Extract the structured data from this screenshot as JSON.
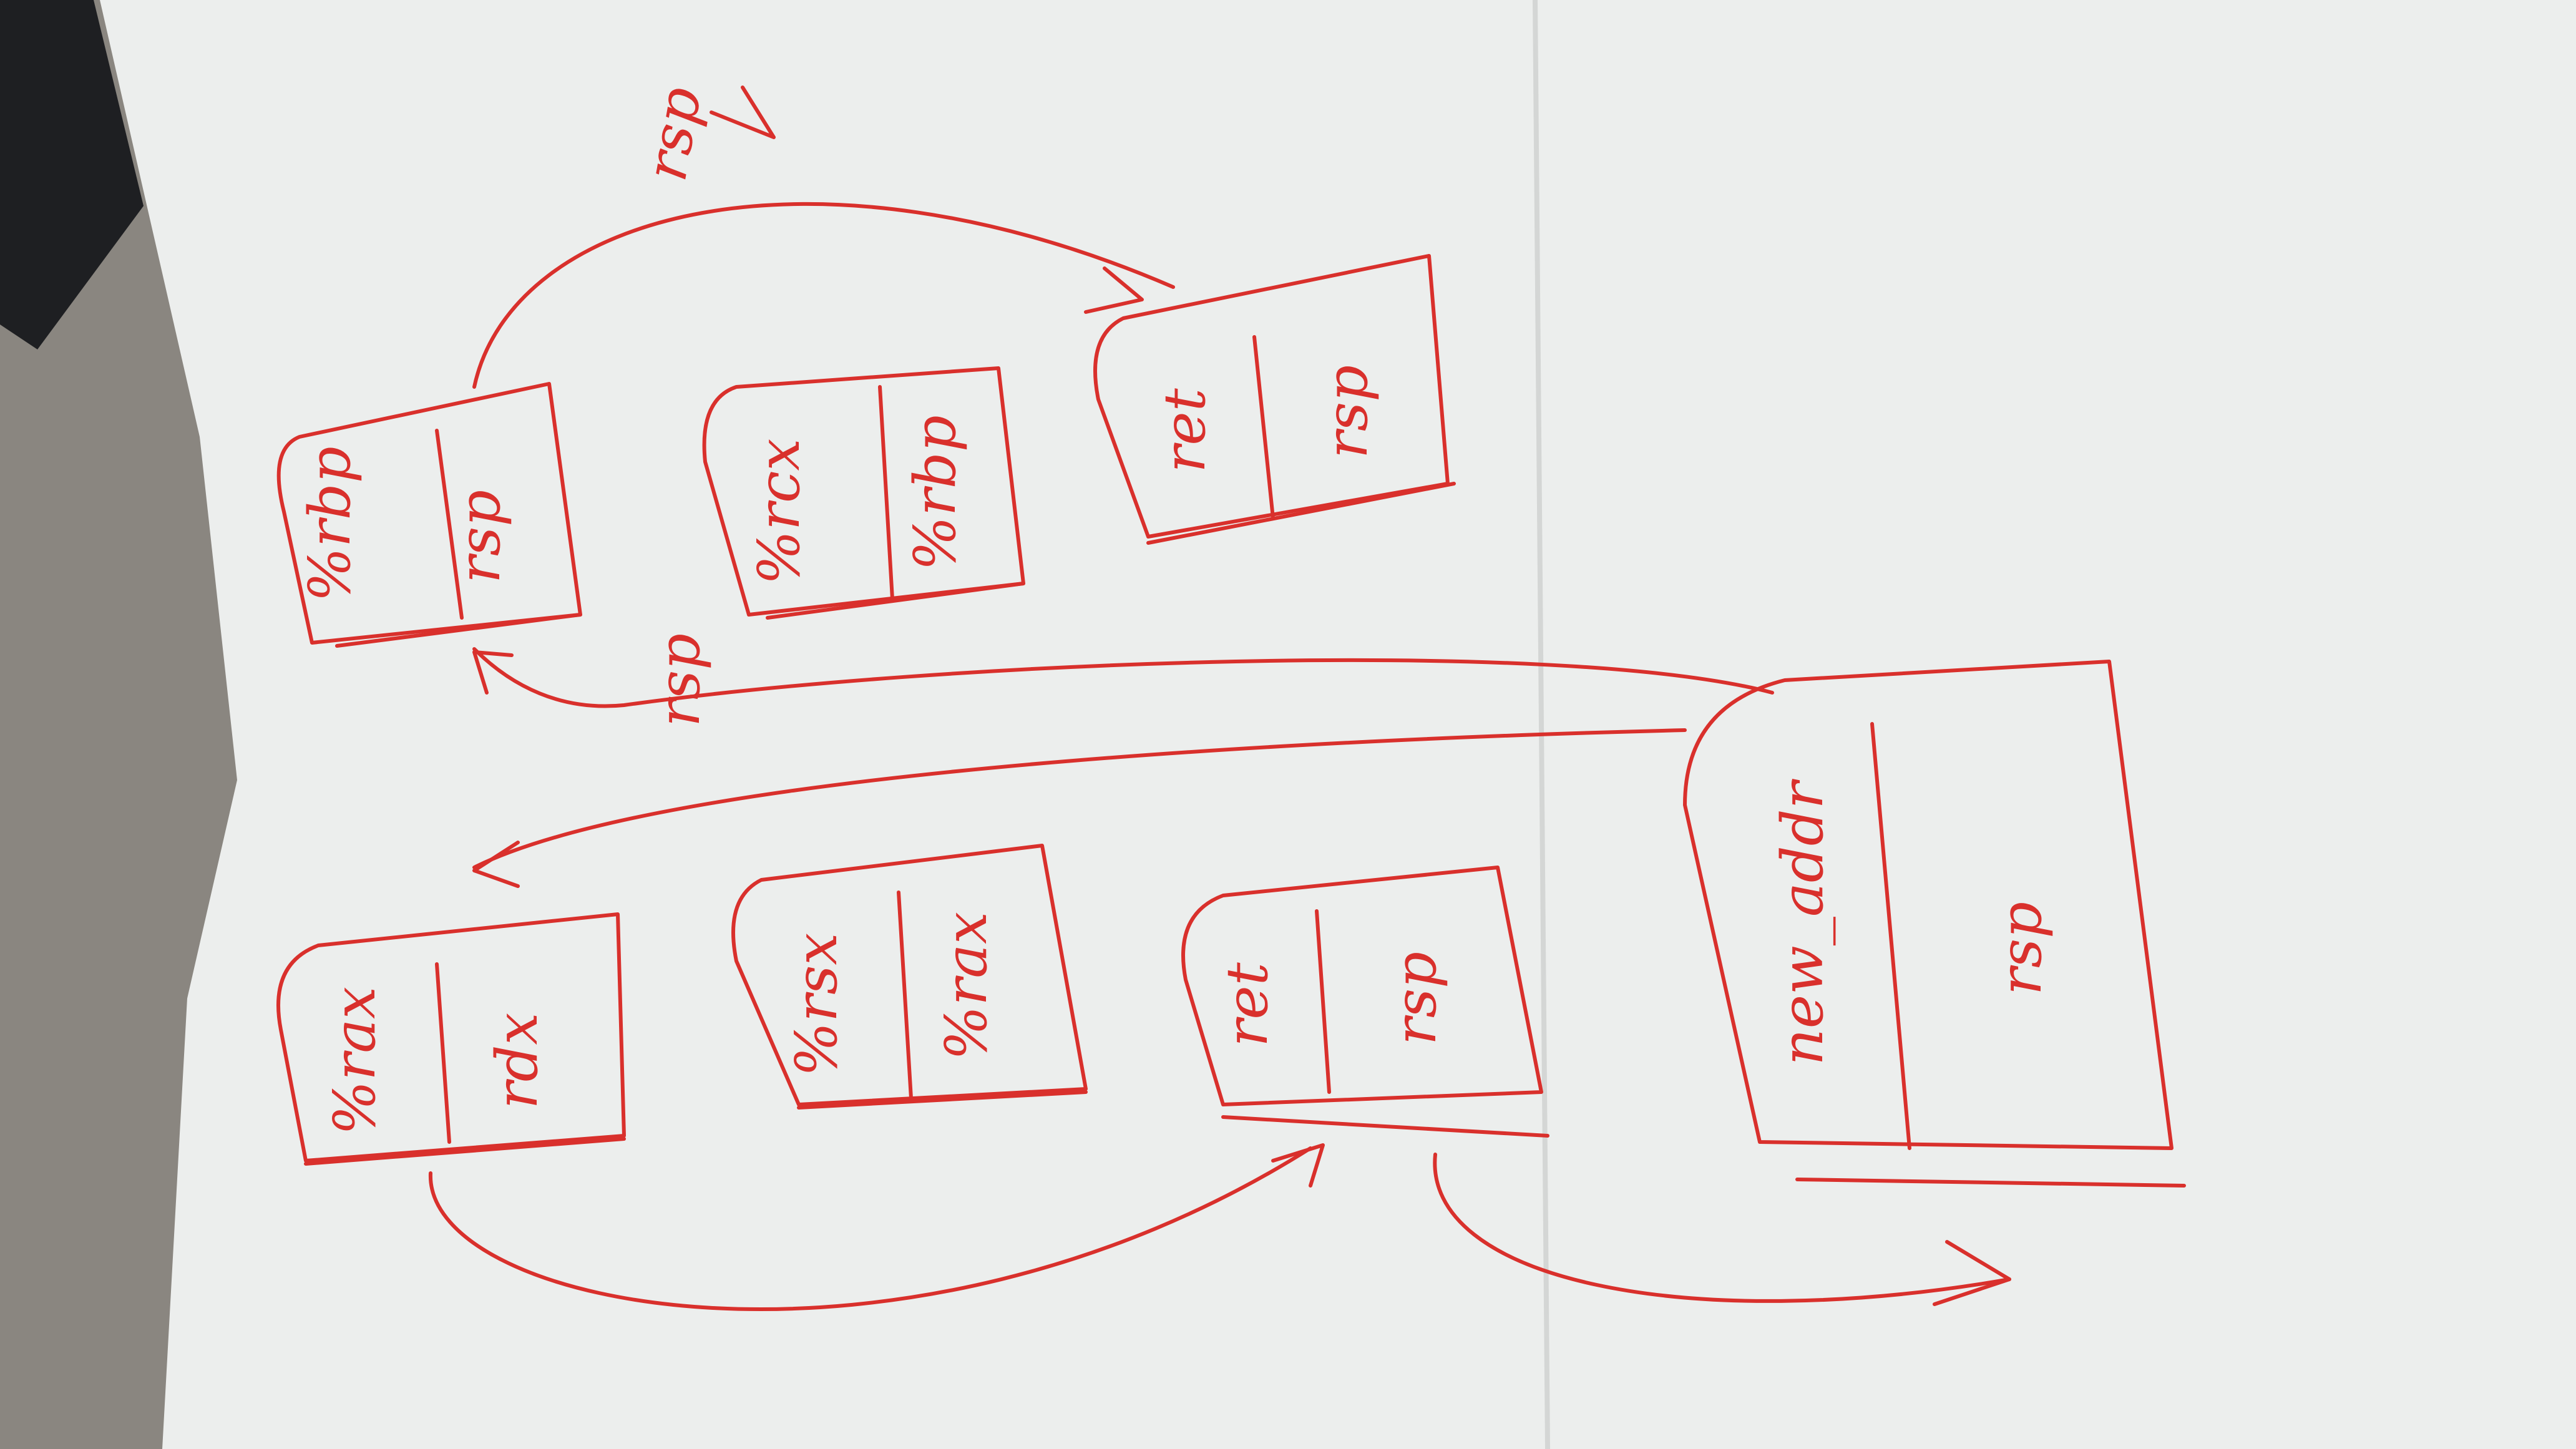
{
  "colors": {
    "ink": "#d9302c",
    "paper": "#eceeed",
    "carpet": "#8a8680",
    "shadow": "#1e1f22"
  },
  "boxes": {
    "top_row": [
      {
        "top": "%rbp",
        "bottom": "rsp"
      },
      {
        "top": "%rcx",
        "bottom": "%rbp"
      },
      {
        "top": "ret",
        "bottom": "rsp"
      }
    ],
    "bottom_row": [
      {
        "top": "%rax",
        "bottom": "rdx"
      },
      {
        "top": "%rsx",
        "bottom": "%rax"
      },
      {
        "top": "ret",
        "bottom": "rsp"
      }
    ],
    "big": {
      "top": "new_addr",
      "bottom": "rsp"
    }
  },
  "arrow_labels": {
    "top": "rsp",
    "middle": "rsp"
  }
}
